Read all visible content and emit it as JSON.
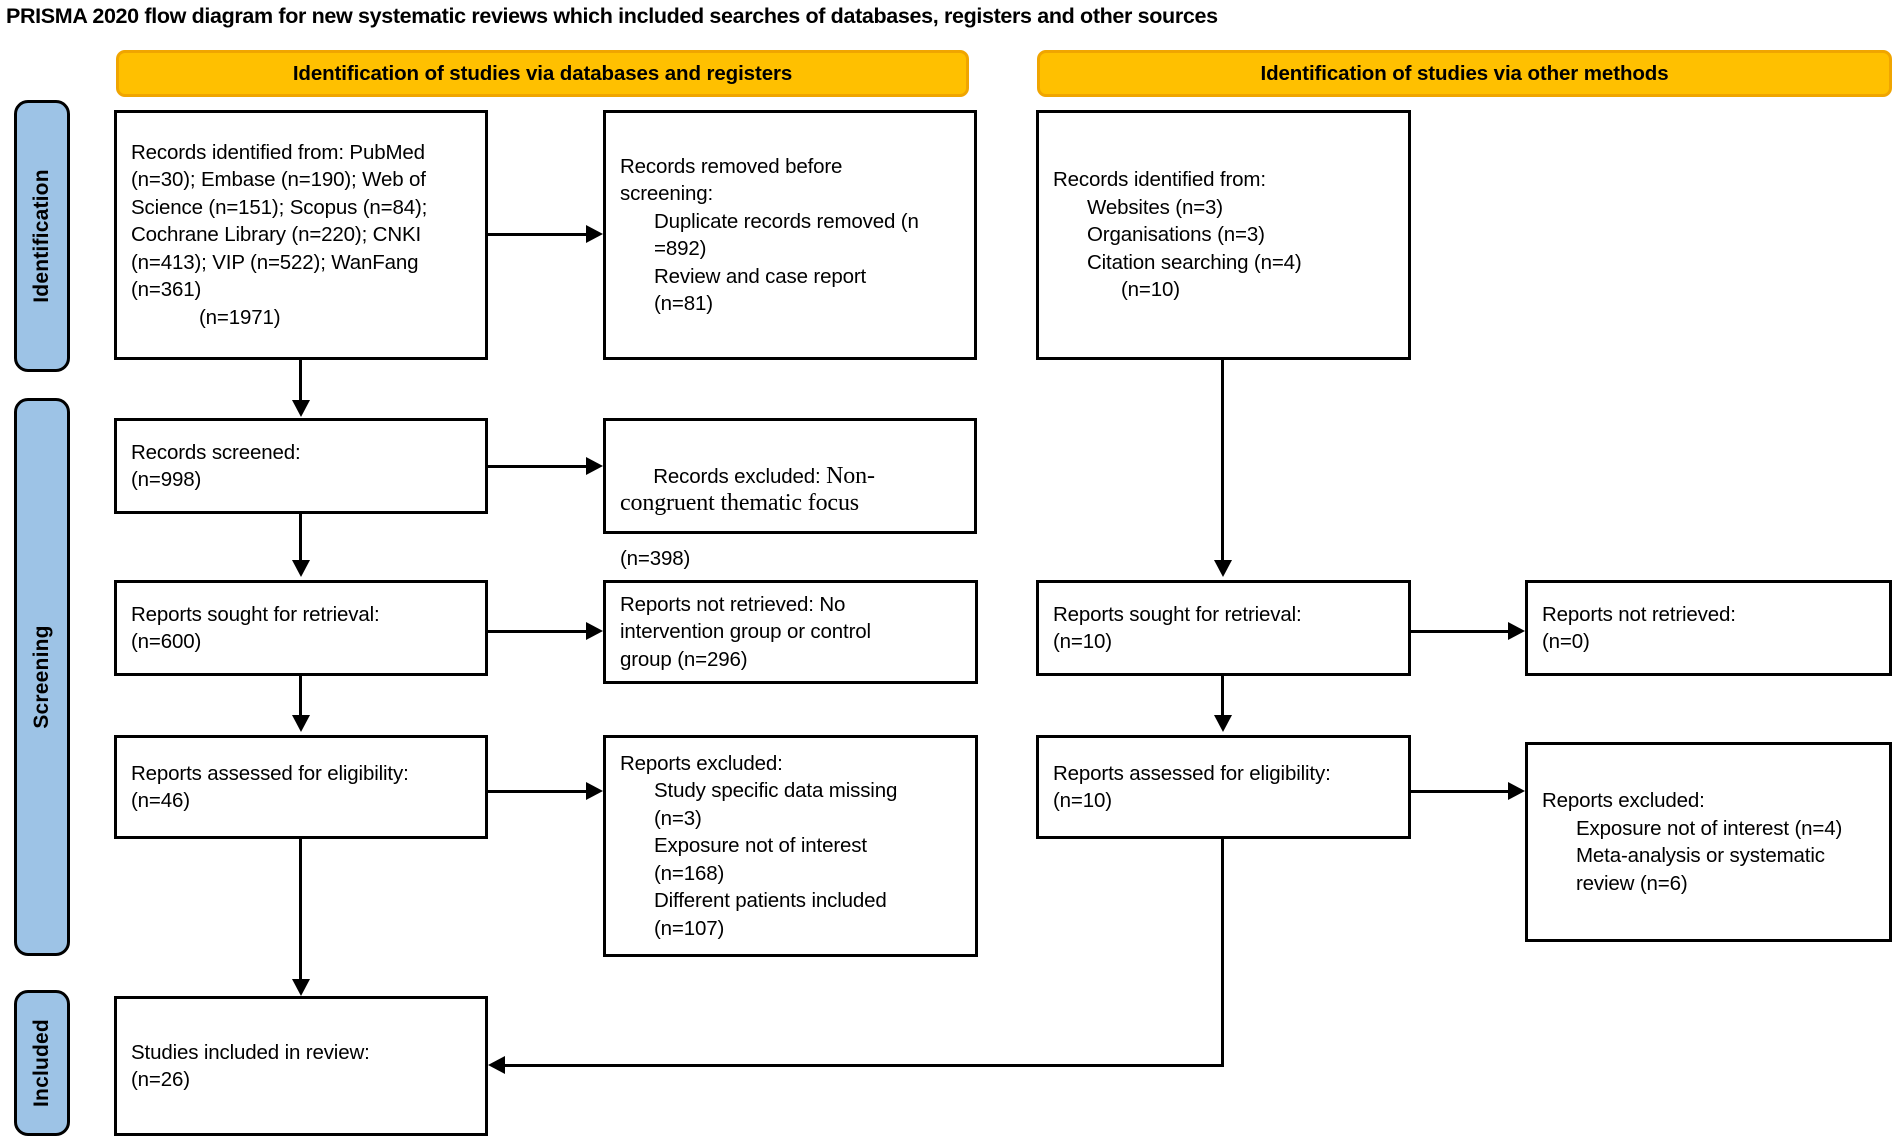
{
  "title": "PRISMA 2020 flow diagram for new systematic reviews which included searches of databases, registers and other sources",
  "stages": [
    {
      "id": "identification",
      "label": "Identification"
    },
    {
      "id": "screening",
      "label": "Screening"
    },
    {
      "id": "included",
      "label": "Included"
    }
  ],
  "section_headers": [
    {
      "id": "databases-registers",
      "label": "Identification of studies via databases and registers"
    },
    {
      "id": "other-methods",
      "label": "Identification of studies via other methods"
    }
  ],
  "colors": {
    "header_bar": "#FFC000",
    "header_bar_border": "#F0A500",
    "stage_bar": "#9DC3E6",
    "box_border": "#000000",
    "box_fill": "#FFFFFF",
    "text": "#000000"
  },
  "boxes": {
    "records_identified": {
      "name": "records-identified-databases",
      "lines": [
        "Records identified from: PubMed",
        "(n=30); Embase (n=190); Web of",
        "Science (n=151); Scopus (n=84);",
        "Cochrane Library (n=220); CNKI",
        "(n=413); VIP (n=522); WanFang",
        "(n=361)"
      ],
      "total_line": "(n=1971)"
    },
    "records_removed": {
      "name": "records-removed-before-screening",
      "lines": [
        "Records removed before",
        "screening:"
      ],
      "items": [
        "Duplicate records removed (n",
        "=892)",
        "Review and case report",
        "(n=81)"
      ]
    },
    "records_screened": {
      "name": "records-screened",
      "lines": [
        "Records screened:",
        "(n=998)"
      ]
    },
    "records_excluded": {
      "name": "records-excluded",
      "prefix": "Records excluded: ",
      "reason_serif": "Non-congruent thematic focus",
      "count": "(n=398)"
    },
    "reports_sought": {
      "name": "reports-sought-for-retrieval",
      "lines": [
        "Reports sought for retrieval:",
        "(n=600)"
      ]
    },
    "reports_not_retrieved": {
      "name": "reports-not-retrieved",
      "lines": [
        "Reports not retrieved: No",
        "intervention group or control",
        "group (n=296)"
      ]
    },
    "reports_assessed": {
      "name": "reports-assessed-for-eligibility",
      "lines": [
        "Reports assessed for eligibility:",
        "(n=46)"
      ]
    },
    "reports_excluded": {
      "name": "reports-excluded",
      "header": "Reports excluded:",
      "items": [
        "Study specific data missing",
        "(n=3)",
        "Exposure not of interest",
        "(n=168)",
        "Different patients included",
        "(n=107)"
      ]
    },
    "studies_included": {
      "name": "studies-included-in-review",
      "lines": [
        "Studies included in review:",
        "(n=26)"
      ]
    },
    "other_identified": {
      "name": "records-identified-other-methods",
      "header": "Records identified from:",
      "items": [
        "Websites (n=3)",
        "Organisations (n=3)",
        "Citation searching (n=4)"
      ],
      "total_line": "(n=10)"
    },
    "other_reports_sought": {
      "name": "other-reports-sought-for-retrieval",
      "lines": [
        "Reports sought for retrieval:",
        "(n=10)"
      ]
    },
    "other_reports_not_retrieved": {
      "name": "other-reports-not-retrieved",
      "lines": [
        "Reports not retrieved:",
        "(n=0)"
      ]
    },
    "other_reports_assessed": {
      "name": "other-reports-assessed-for-eligibility",
      "lines": [
        "Reports assessed for eligibility:",
        "(n=10)"
      ]
    },
    "other_reports_excluded": {
      "name": "other-reports-excluded",
      "header": "Reports excluded:",
      "items": [
        "Exposure not of interest (n=4)",
        "Meta-analysis or systematic",
        "review (n=6)"
      ]
    }
  }
}
